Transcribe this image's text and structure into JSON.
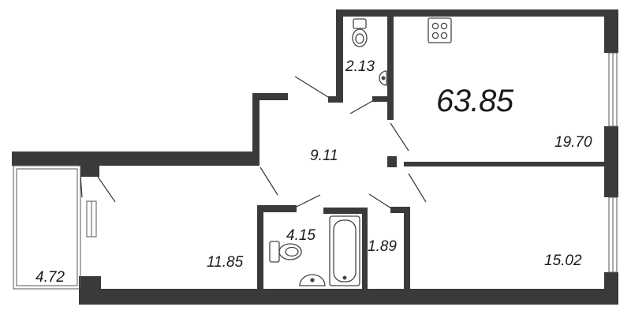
{
  "plan": {
    "total_area": "63.85",
    "rooms": [
      {
        "id": "toilet",
        "area": "2.13"
      },
      {
        "id": "kitchen",
        "area": "19.70"
      },
      {
        "id": "hall",
        "area": "9.11"
      },
      {
        "id": "bedroom",
        "area": "11.85"
      },
      {
        "id": "bathroom",
        "area": "4.15"
      },
      {
        "id": "wc",
        "area": "1.89"
      },
      {
        "id": "living",
        "area": "15.02"
      },
      {
        "id": "balcony",
        "area": "4.72"
      }
    ],
    "colors": {
      "wall": "#3a3a3a",
      "line": "#555555",
      "fixture": "#444444"
    }
  }
}
